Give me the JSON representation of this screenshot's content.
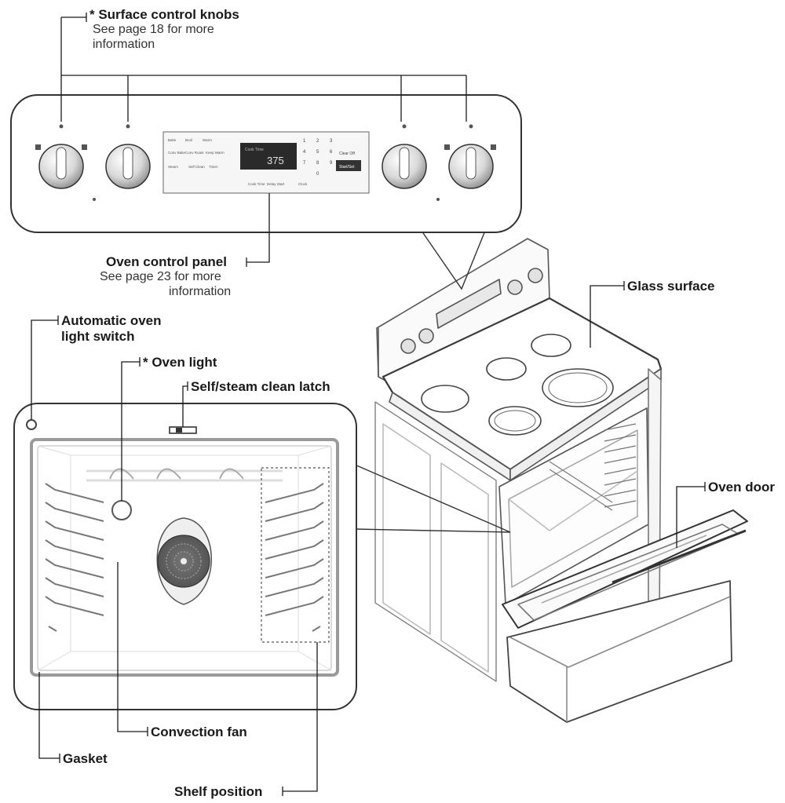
{
  "labels": {
    "surface_knobs": {
      "title": "* Surface control knobs",
      "note_1": "See page 18 for more",
      "note_2": "information"
    },
    "oven_panel": {
      "title": "Oven control panel",
      "note_1": "See page 23 for more",
      "note_2": "information"
    },
    "glass_surface": {
      "title": "Glass surface"
    },
    "auto_light_switch": {
      "title_1": "Automatic oven",
      "title_2": "light switch"
    },
    "oven_light": {
      "title": "* Oven light"
    },
    "clean_latch": {
      "title": "Self/steam clean latch"
    },
    "oven_door": {
      "title": "Oven door"
    },
    "convection_fan": {
      "title": "Convection fan"
    },
    "gasket": {
      "title": "Gasket"
    },
    "shelf_position": {
      "title": "Shelf position"
    }
  },
  "panel": {
    "display_temp": "375",
    "display_small": "Cook Time",
    "keypad_digits": [
      "1",
      "2",
      "3",
      "4",
      "5",
      "6",
      "7",
      "8",
      "9",
      "0"
    ],
    "clear_off": "Clear Off",
    "start_set": "Start/Set",
    "button_labels": [
      "Bake",
      "Broil",
      "Warm",
      "Conv Bake",
      "Conv Roast",
      "Keep Warm",
      "Steam",
      "Self Clean",
      "Timer",
      "Cook Time",
      "Delay Start",
      "Clock"
    ]
  },
  "colors": {
    "line": "#1a1a1a",
    "outline": "#3a3a3a",
    "panel_bg": "#f4f4f4",
    "display_bg": "#222222",
    "gray": "#9a9a9a"
  },
  "icons": [
    "knob-icon",
    "fan-icon",
    "oven-light-bulb-icon",
    "light-switch-icon",
    "latch-icon"
  ]
}
